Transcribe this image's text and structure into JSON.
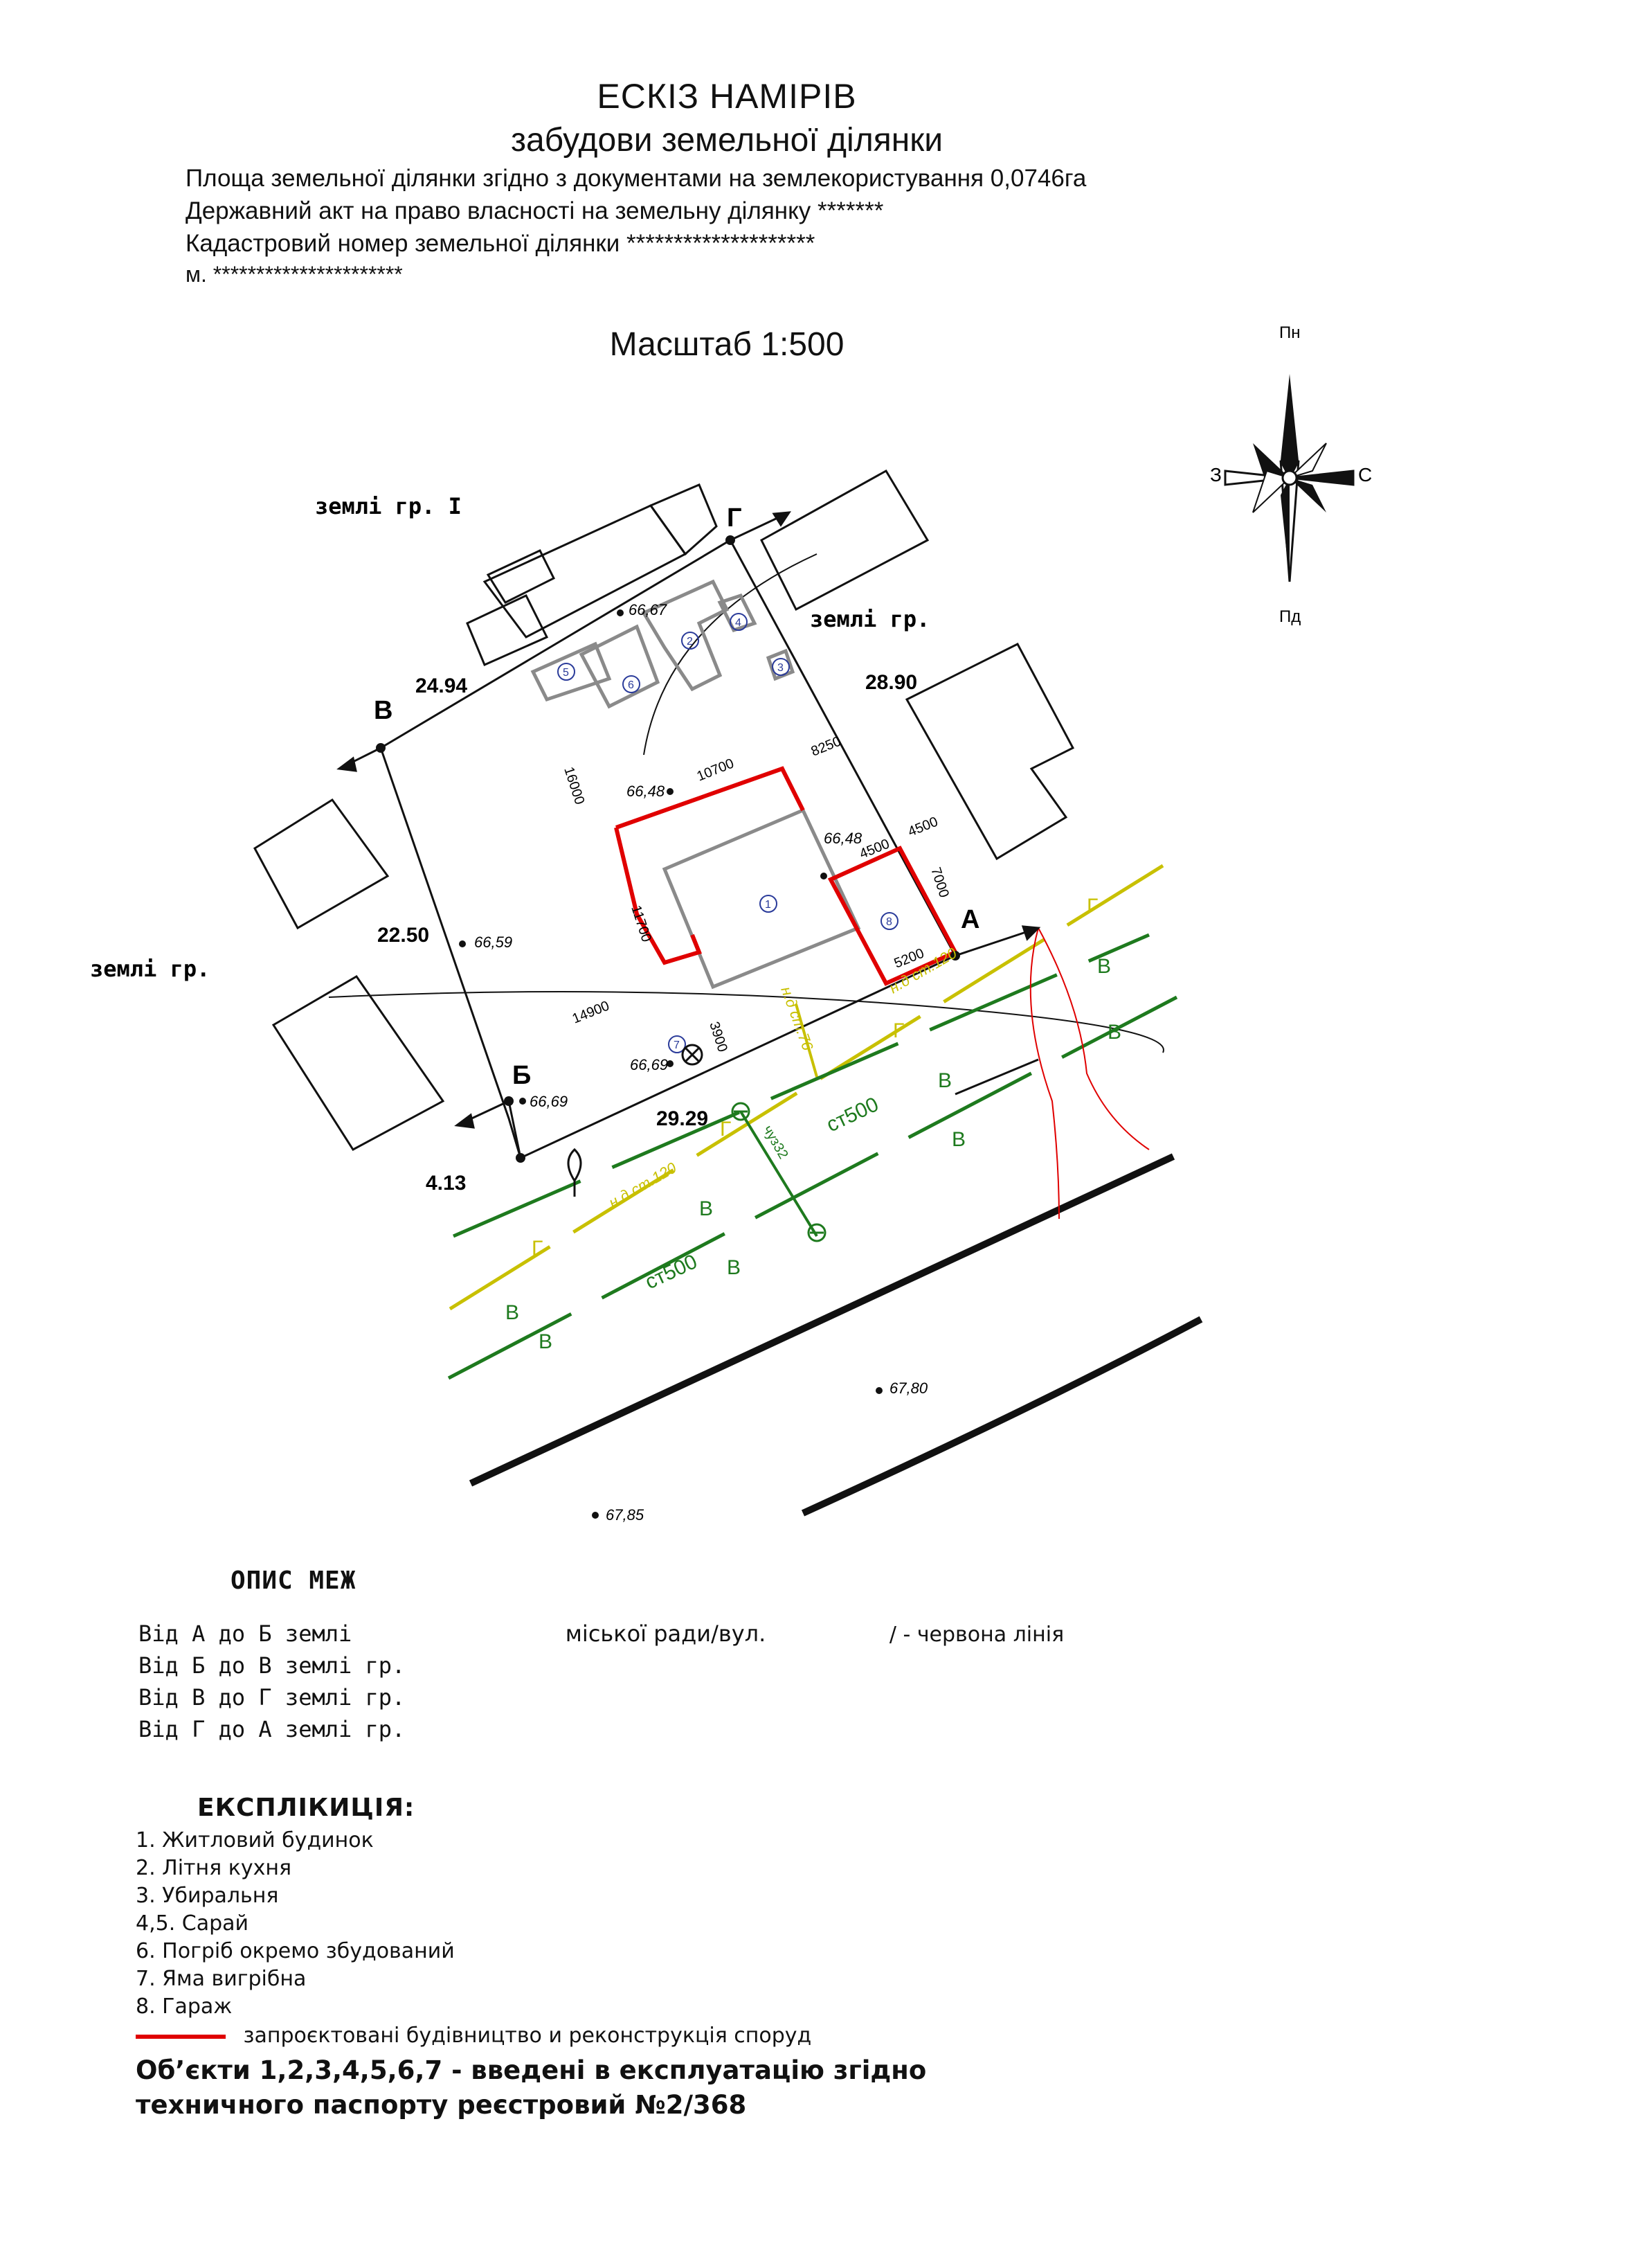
{
  "header": {
    "title": "ЕСКІЗ НАМІРІВ",
    "subtitle": "забудови земельної ділянки",
    "area_line": "Площа земельної ділянки згідно з документами на землекористування 0,0746га",
    "act_line": "Державний акт на право власності на земельну ділянку *******",
    "cadastral_line": "Кадастровий номер земельної ділянки ********************",
    "address_line": "м. **********************",
    "scale": "Масштаб 1:500"
  },
  "compass": {
    "north": "Пн",
    "south": "Пд",
    "west": "З",
    "east": "С"
  },
  "plan": {
    "points": {
      "a": "А",
      "b": "Б",
      "v": "В",
      "g": "Г"
    },
    "neighbor_labels": {
      "n1": "землі гр. І",
      "n2": "землі гр.",
      "n3": "землі гр."
    },
    "side_lengths": {
      "vg": "24.94",
      "ga": "28.90",
      "bv": "22.50",
      "ab": "29.29",
      "b_offset": "4.13"
    },
    "elevations": [
      "66,67",
      "66,48",
      "66,48",
      "66,59",
      "66,69",
      "66,69",
      "67,80",
      "67,85"
    ],
    "dimensions": {
      "d16000": "16000",
      "d10700": "10700",
      "d8250": "8250",
      "d4500a": "4500",
      "d4500b": "4500",
      "d7000": "7000",
      "d11700": "11700",
      "d5200": "5200",
      "d14900": "14900",
      "d3900": "3900"
    },
    "building_numbers": [
      "1",
      "2",
      "3",
      "4",
      "5",
      "6",
      "7",
      "8"
    ],
    "utility_labels": {
      "gas": "Г",
      "water": "В",
      "gas_pipe": "н.д ст.120",
      "gas_pipe_branch": "н.д ст.76",
      "water_pipe": "ст500",
      "water_pipe_branch": "чуз32"
    }
  },
  "boundaries": {
    "title": "ОПИС МЕЖ",
    "rows": [
      {
        "from_to": "Від А до Б",
        "text": "землі",
        "mid": "міської ради/вул.",
        "end": "/ - червона лінія"
      },
      {
        "from_to": "Від Б до В",
        "text": "землі гр.",
        "mid": "",
        "end": ""
      },
      {
        "from_to": "Від В до Г",
        "text": "землі гр.",
        "mid": "",
        "end": ""
      },
      {
        "from_to": "Від Г до А",
        "text": "землі гр.",
        "mid": "",
        "end": ""
      }
    ]
  },
  "explication": {
    "title": "ЕКСПЛІКИЦІЯ:",
    "items": [
      "1. Житловий будинок",
      "2. Літня кухня",
      "3. Убиральня",
      "4,5. Сарай",
      "6. Погріб окремо збудований",
      "7. Яма вигрібна",
      "8. Гараж"
    ],
    "legend": "запроєктовані будівництво и реконструкція споруд",
    "note_line1": "Об’єкти 1,2,3,4,5,6,7 - введені в експлуатацію згідно",
    "note_line2": "техничного паспорту реєстровий №2/368"
  },
  "colors": {
    "outline": "#111111",
    "existing_buildings": "#8a8a8a",
    "planned": "#e00000",
    "gas": "#c8c000",
    "water": "#1e7a1e"
  }
}
